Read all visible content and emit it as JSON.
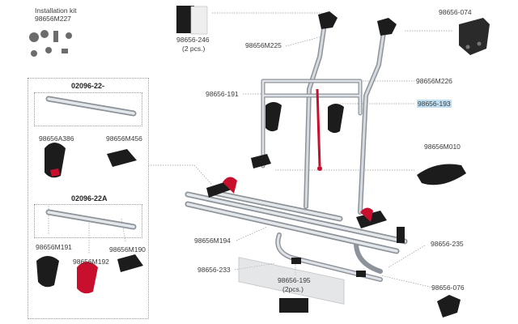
{
  "install_kit": {
    "title": "Installation kit",
    "code": "98656M227"
  },
  "kit_02096_22": {
    "title": "02096-22-",
    "parts": [
      "98656A386",
      "98656M456"
    ]
  },
  "kit_02096_22A": {
    "title": "02096-22A",
    "parts": [
      "98656M191",
      "98656M192",
      "98656M190"
    ]
  },
  "labels": {
    "p246": "98656-246",
    "p246_qty": "(2 pcs.)",
    "pM225": "98656M225",
    "p074": "98656-074",
    "pM226": "98656M226",
    "p191": "98656-191",
    "p193": "98656-193",
    "pM010": "98656M010",
    "pM194": "98656M194",
    "p233": "98656-233",
    "p195": "98656-195",
    "p195_qty": "(2pcs.)",
    "p235": "98656-235",
    "p076": "98656-076"
  },
  "colors": {
    "highlight": "#bfe0f2",
    "accent_red": "#c8102e",
    "rail": "#c9cdd2",
    "black": "#1c1c1c"
  }
}
